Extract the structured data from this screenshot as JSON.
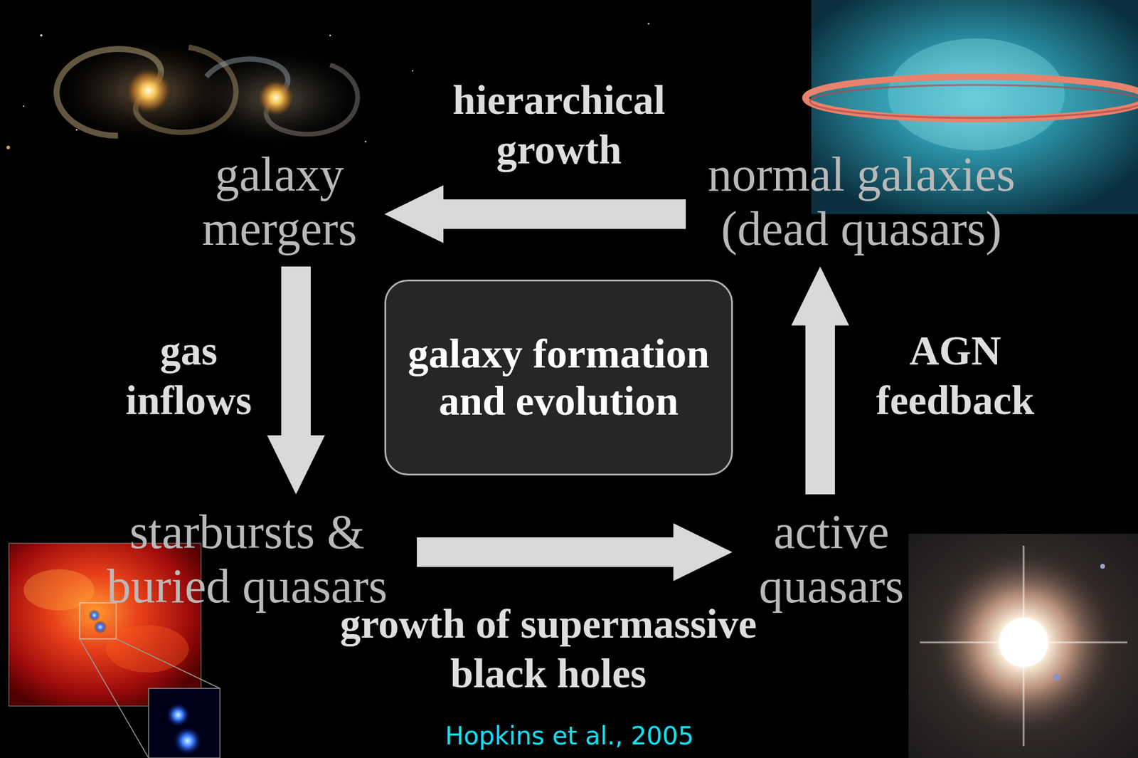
{
  "diagram": {
    "nodes": [
      {
        "text": [
          "galaxy mergers"
        ]
      },
      {
        "text": [
          "normal galaxies (dead quasars)"
        ]
      },
      {
        "text": [
          "galaxy formation and evolution"
        ]
      },
      {
        "text": [
          "starbursts & buried quasars"
        ]
      },
      {
        "text": [
          "active quasars"
        ]
      }
    ],
    "edges": [
      {
        "from": 1,
        "to": 0,
        "arrow": "to",
        "label": "hierarchical growth"
      },
      {
        "from": 0,
        "to": 3,
        "arrow": "to",
        "label": "gas inflows"
      },
      {
        "from": 3,
        "to": 4,
        "arrow": "to",
        "label": "growth of supermassive black holes"
      },
      {
        "from": 4,
        "to": 1,
        "arrow": "to",
        "label": "AGN feedback"
      }
    ],
    "labels": [
      "Hopkins et al., 2005"
    ]
  }
}
